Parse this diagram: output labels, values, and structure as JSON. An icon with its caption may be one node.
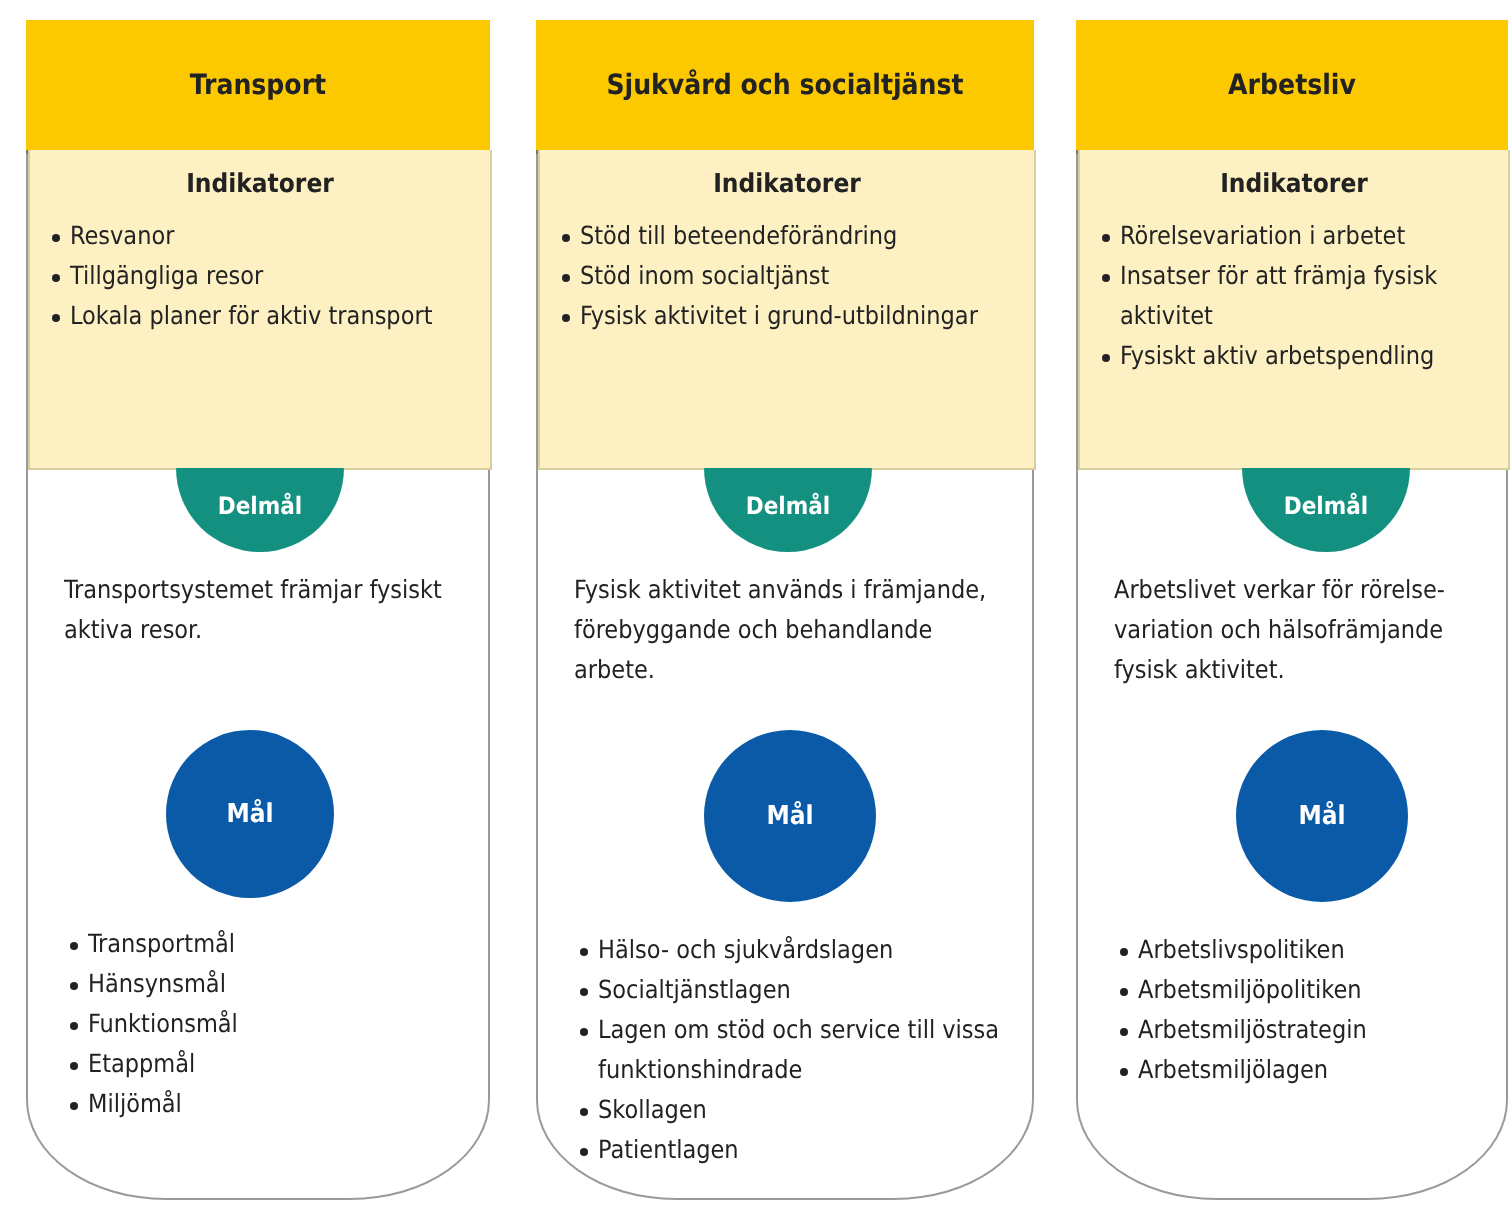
{
  "diagram": {
    "nodes": [
      {
        "text": [
          "Transport",
          "Transportsystemet främjar fysiskt aktiva resor.",
          "Transportmål",
          "Hänsynsmål",
          "Funktionsmål",
          "Etappmål",
          "Miljömål"
        ]
      },
      {
        "text": [
          "Indikatorer",
          "Resvanor",
          "Tillgängliga resor",
          "Lokala planer för aktiv transport"
        ],
        "in": 0
      },
      {
        "text": [
          "Delmål"
        ],
        "in": 0
      },
      {
        "text": [
          "Mål"
        ],
        "in": 0
      },
      {
        "text": [
          "Sjukvård och socialtjänst",
          "Fysisk aktivitet används i främjande, förebyggande och behandlande arbete.",
          "Hälso- och sjukvårdslagen",
          "Socialtjänstlagen",
          "Lagen om stöd och service till vissa funktionshindrade",
          "Skollagen",
          "Patientlagen"
        ]
      },
      {
        "text": [
          "Indikatorer",
          "Stöd till beteendeförändring",
          "Stöd inom socialtjänst",
          "Fysisk aktivitet i grund-utbildningar"
        ],
        "in": 4
      },
      {
        "text": [
          "Delmål"
        ],
        "in": 4
      },
      {
        "text": [
          "Mål"
        ],
        "in": 4
      },
      {
        "text": [
          "Arbetsliv",
          "Arbetslivet verkar för rörelse-variation och hälsofrämjande fysisk aktivitet.",
          "Arbetslivspolitiken",
          "Arbetsmiljöpolitiken",
          "Arbetsmiljöstrategin",
          "Arbetsmiljölagen"
        ]
      },
      {
        "text": [
          "Indikatorer",
          "Rörelsevariation i arbetet",
          "Insatser för att främja fysisk aktivitet",
          "Fysiskt aktiv arbetspendling"
        ],
        "in": 8
      },
      {
        "text": [
          "Delmål"
        ],
        "in": 8
      },
      {
        "text": [
          "Mål"
        ],
        "in": 8
      }
    ],
    "edges": []
  }
}
